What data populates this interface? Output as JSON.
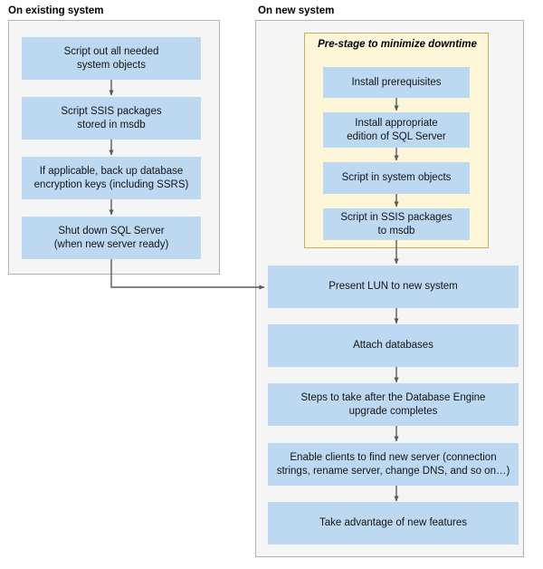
{
  "diagram": {
    "title_existing": "On existing system",
    "title_new": "On new system",
    "prestage_label": "Pre-stage to minimize downtime",
    "colors": {
      "node_fill": "#bdd9f2",
      "panel_fill": "#f5f5f5",
      "panel_border": "#b3b3b3",
      "prestage_fill": "#fdf6d9",
      "prestage_border": "#c8ab6a",
      "connector": "#595959",
      "text": "#141414"
    },
    "existing_steps": [
      {
        "id": "script-out-system-objects",
        "label": "Script out all needed\nsystem objects"
      },
      {
        "id": "script-ssis-packages",
        "label": "Script SSIS packages\nstored in msdb"
      },
      {
        "id": "back-up-encryption-keys",
        "label": "If applicable, back up database\nencryption keys (including SSRS)"
      },
      {
        "id": "shut-down-sql-server",
        "label": "Shut down SQL Server\n(when new server ready)"
      }
    ],
    "prestage_steps": [
      {
        "id": "install-prerequisites",
        "label": "Install prerequisites"
      },
      {
        "id": "install-sql-server-edition",
        "label": "Install appropriate\nedition of SQL Server"
      },
      {
        "id": "script-in-system-objects",
        "label": "Script in system objects"
      },
      {
        "id": "script-in-ssis-packages",
        "label": "Script in SSIS packages\nto msdb"
      }
    ],
    "new_steps": [
      {
        "id": "present-lun",
        "label": "Present LUN to new system"
      },
      {
        "id": "attach-databases",
        "label": "Attach databases"
      },
      {
        "id": "post-upgrade-steps",
        "label": "Steps to take after the Database Engine\nupgrade completes"
      },
      {
        "id": "enable-clients",
        "label": "Enable clients to find new server (connection\nstrings, rename server, change DNS, and so on…)"
      },
      {
        "id": "new-features",
        "label": "Take advantage of new features"
      }
    ]
  }
}
